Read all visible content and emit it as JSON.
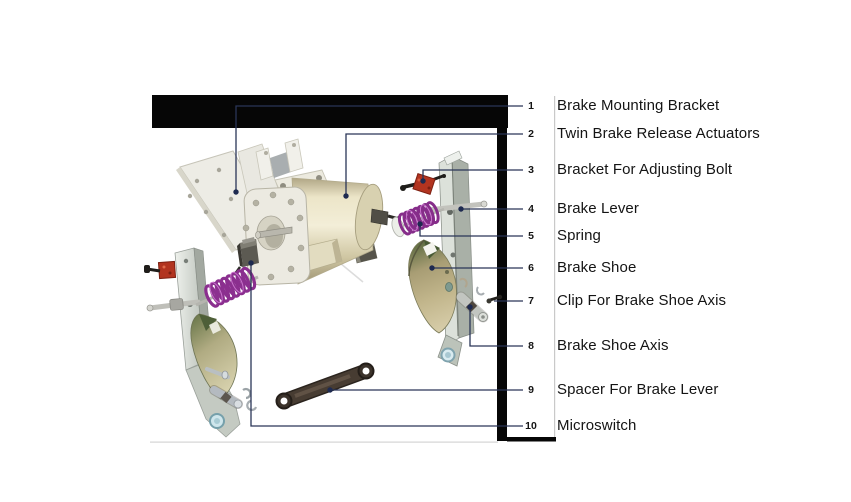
{
  "parts": [
    {
      "num": "1",
      "label": "Brake Mounting Bracket"
    },
    {
      "num": "2",
      "label": "Twin Brake Release Actuators"
    },
    {
      "num": "3",
      "label": "Bracket For Adjusting Bolt"
    },
    {
      "num": "4",
      "label": "Brake Lever"
    },
    {
      "num": "5",
      "label": "Spring"
    },
    {
      "num": "6",
      "label": "Brake Shoe"
    },
    {
      "num": "7",
      "label": "Clip For Brake Shoe Axis"
    },
    {
      "num": "8",
      "label": "Brake Shoe Axis"
    },
    {
      "num": "9",
      "label": "Spacer For Brake Lever"
    },
    {
      "num": "10",
      "label": "Microswitch"
    }
  ],
  "palette": {
    "leader_line": "#2a3557",
    "callout_dot": "#1e2a50",
    "bar_black": "#060606",
    "grid_gray": "#c9c9c9",
    "spring_purple": "#8b2f8f",
    "adjuster_red": "#b23420",
    "drum_cream": "#e9e2c4",
    "shoe_tan": "#b7aa80",
    "lever_silver": "#c7cdc5",
    "spacer_brown": "#473c32"
  }
}
